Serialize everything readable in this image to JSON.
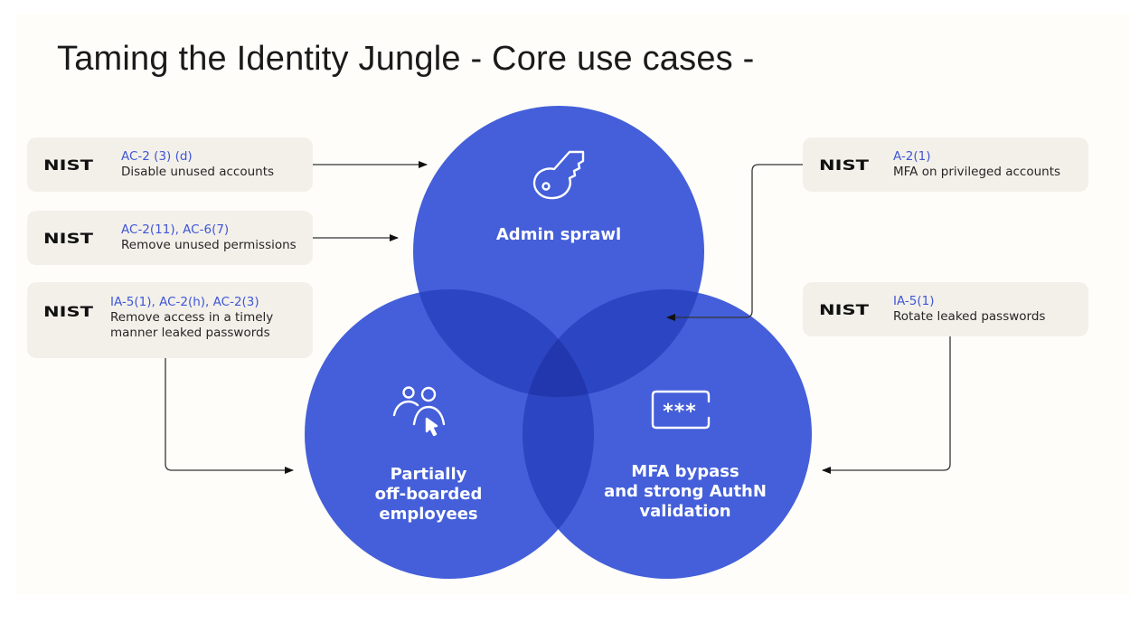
{
  "title": "Taming the Identity Jungle - Core use cases -",
  "colors": {
    "circle": "#4159d9",
    "code_text": "#3f56d4",
    "card_bg": "#f3f0ea",
    "slide_bg": "#fefdf9"
  },
  "left_cards": [
    {
      "logo": "NIST",
      "code": "AC-2 (3) (d)",
      "desc_lines": [
        "Disable unused accounts"
      ]
    },
    {
      "logo": "NIST",
      "code": "AC-2(11), AC-6(7)",
      "desc_lines": [
        "Remove unused permissions"
      ]
    },
    {
      "logo": "NIST",
      "code": "IA-5(1), AC-2(h), AC-2(3)",
      "desc_lines": [
        "Remove access in a timely",
        "manner leaked passwords"
      ]
    }
  ],
  "right_cards": [
    {
      "logo": "NIST",
      "code": "A-2(1)",
      "desc_lines": [
        "MFA on privileged accounts"
      ]
    },
    {
      "logo": "NIST",
      "code": "IA-5(1)",
      "desc_lines": [
        "Rotate leaked passwords"
      ]
    }
  ],
  "circles": [
    {
      "icon": "key-icon",
      "label_lines": [
        "Admin sprawl"
      ]
    },
    {
      "icon": "users-cursor-icon",
      "label_lines": [
        "Partially",
        "off-boarded",
        "employees"
      ]
    },
    {
      "icon": "password-field-icon",
      "label_lines": [
        "MFA bypass",
        "and strong AuthN",
        "validation"
      ]
    }
  ]
}
